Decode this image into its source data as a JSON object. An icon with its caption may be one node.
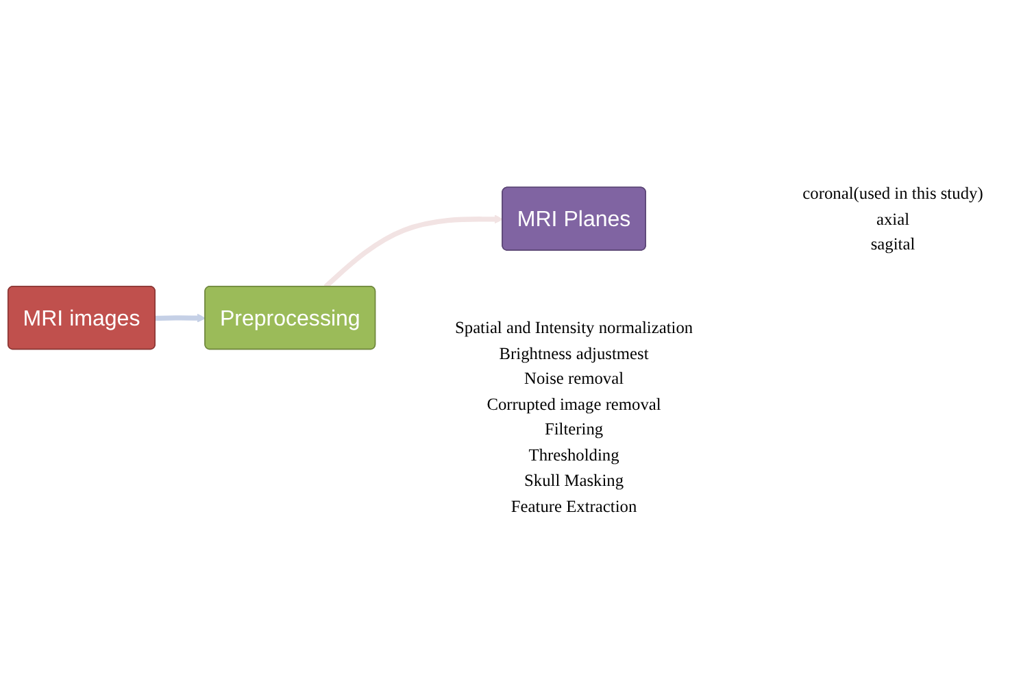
{
  "diagram": {
    "nodes": [
      {
        "text": [
          "MRI images"
        ]
      },
      {
        "text": [
          "Preprocessing"
        ],
        "beside": [
          "Spatial and Intensity normalization",
          "Brightness adjustmest",
          "Noise removal",
          "Corrupted image removal",
          "Filtering",
          "Thresholding",
          "Skull Masking",
          "Feature Extraction"
        ]
      },
      {
        "text": [
          "MRI Planes"
        ],
        "beside": [
          "coronal(used in this study)",
          "axial",
          "sagital"
        ]
      }
    ],
    "edges": [
      {
        "from": 0,
        "to": 1,
        "arrow": "to",
        "color": "#c5d0e6"
      },
      {
        "from": 1,
        "to": 2,
        "arrow": "to",
        "color": "#f2e3e3"
      }
    ]
  }
}
